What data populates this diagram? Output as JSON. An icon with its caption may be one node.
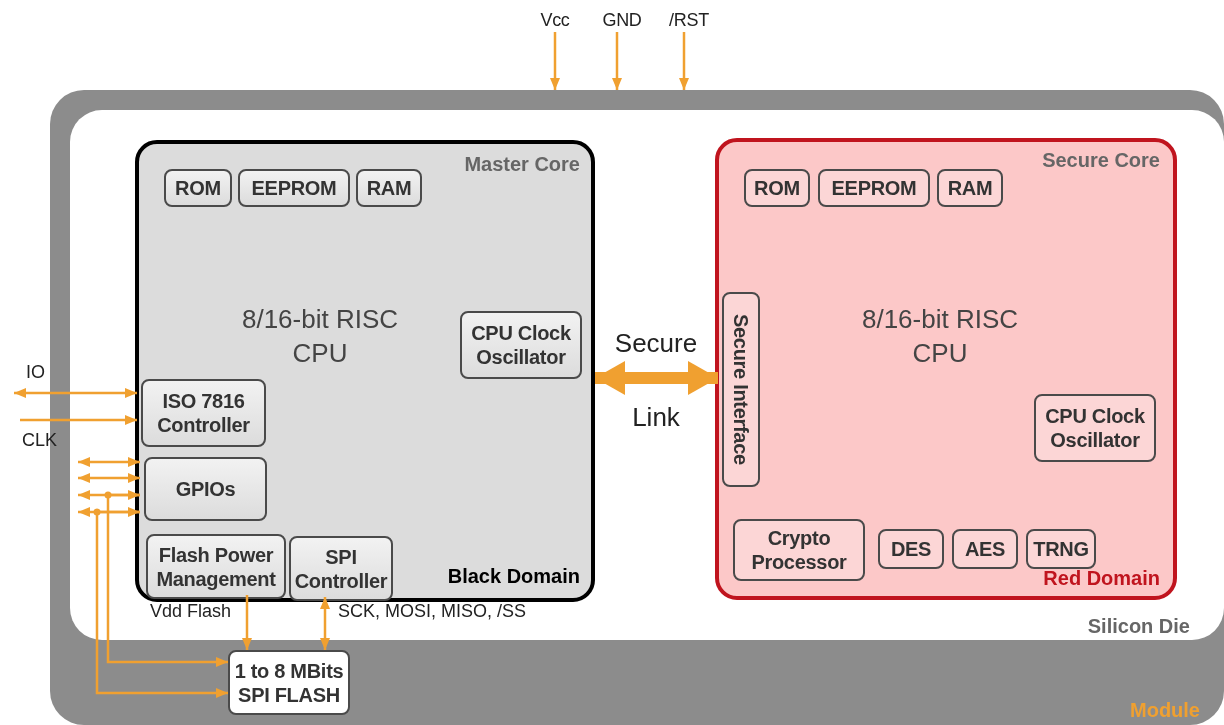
{
  "diagram": {
    "nodes": [
      {
        "text": [
          "Module"
        ]
      },
      {
        "text": [
          "Silicon Die"
        ],
        "in": 0
      },
      {
        "text": [
          "Master Core",
          "8/16-bit RISC CPU",
          "Black Domain"
        ],
        "in": 1
      },
      {
        "text": [
          "ROM"
        ],
        "in": 2
      },
      {
        "text": [
          "EEPROM"
        ],
        "in": 2
      },
      {
        "text": [
          "RAM"
        ],
        "in": 2
      },
      {
        "text": [
          "CPU Clock Oscillator"
        ],
        "in": 2
      },
      {
        "text": [
          "ISO 7816 Controller"
        ],
        "in": 2
      },
      {
        "text": [
          "GPIOs"
        ],
        "in": 2
      },
      {
        "text": [
          "Flash Power Management"
        ],
        "in": 2
      },
      {
        "text": [
          "SPI Controller"
        ],
        "in": 2
      },
      {
        "text": [
          "Secure Core",
          "8/16-bit RISC CPU",
          "Red Domain"
        ],
        "in": 1
      },
      {
        "text": [
          "ROM"
        ],
        "in": 11
      },
      {
        "text": [
          "EEPROM"
        ],
        "in": 11
      },
      {
        "text": [
          "RAM"
        ],
        "in": 11
      },
      {
        "text": [
          "Secure Interface"
        ],
        "in": 11
      },
      {
        "text": [
          "CPU Clock Oscillator"
        ],
        "in": 11
      },
      {
        "text": [
          "Crypto Processor"
        ],
        "in": 11
      },
      {
        "text": [
          "DES"
        ],
        "in": 11
      },
      {
        "text": [
          "AES"
        ],
        "in": 11
      },
      {
        "text": [
          "TRNG"
        ],
        "in": 11
      },
      {
        "text": [
          "1 to 8 MBits SPI FLASH"
        ],
        "in": 0
      },
      {
        "text": [
          "Vcc"
        ]
      },
      {
        "text": [
          "GND"
        ]
      },
      {
        "text": [
          "/RST"
        ]
      }
    ],
    "edges": [
      {
        "from": 22,
        "to": 0,
        "arrow": "to"
      },
      {
        "from": 23,
        "to": 0,
        "arrow": "to"
      },
      {
        "from": 24,
        "to": 0,
        "arrow": "to"
      },
      {
        "from": null,
        "to": 7,
        "arrow": "both",
        "label": "IO"
      },
      {
        "from": null,
        "to": 7,
        "arrow": "to",
        "label": "CLK"
      },
      {
        "from": null,
        "to": 8,
        "arrow": "both"
      },
      {
        "from": null,
        "to": 8,
        "arrow": "both"
      },
      {
        "from": null,
        "to": 8,
        "arrow": "both"
      },
      {
        "from": null,
        "to": 8,
        "arrow": "both"
      },
      {
        "from": 8,
        "to": 21,
        "arrow": "to"
      },
      {
        "from": 8,
        "to": 21,
        "arrow": "to"
      },
      {
        "from": 9,
        "to": 21,
        "arrow": "to",
        "label": "Vdd Flash"
      },
      {
        "from": 10,
        "to": 21,
        "arrow": "both",
        "label": "SCK, MOSI, MISO, /SS"
      },
      {
        "from": 2,
        "to": 15,
        "arrow": "both",
        "label": "Secure Link",
        "style": "thick"
      }
    ]
  }
}
